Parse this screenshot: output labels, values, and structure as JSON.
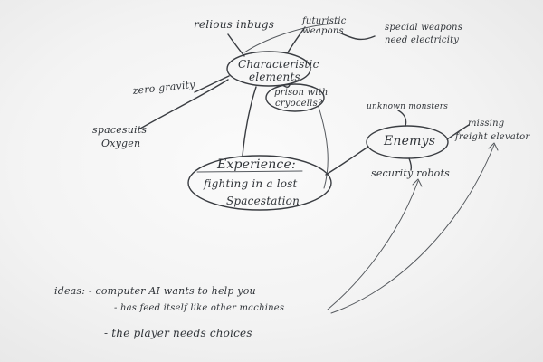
{
  "whiteboard": {
    "notes": {
      "center_line1": "Experience:",
      "center_line2": "fighting in a lost",
      "center_line3": "Spacestation",
      "characteristic_line1": "Characteristic",
      "characteristic_line2": "elements",
      "religious_bugs": "relious inbugs",
      "futuristic_weapons_line1": "futuristic",
      "futuristic_weapons_line2": "weapons",
      "special_weapons_line1": "special weapons",
      "special_weapons_line2": "need electricity",
      "zero_gravity": "zero gravity",
      "spacesuits_line1": "spacesuits",
      "spacesuits_line2": "Oxygen",
      "prison_line1": "prison with",
      "prison_line2": "cryocells?",
      "unknown_monsters": "unknown monsters",
      "enemys": "Enemys",
      "missing_elevator_line1": "missing",
      "missing_elevator_line2": "freight elevator",
      "security_robots": "security robots",
      "ideas_line1": "ideas: - computer AI wants to help you",
      "ideas_line2": "- has feed itself like other machines",
      "ideas_line3": "- the player needs choices"
    }
  }
}
